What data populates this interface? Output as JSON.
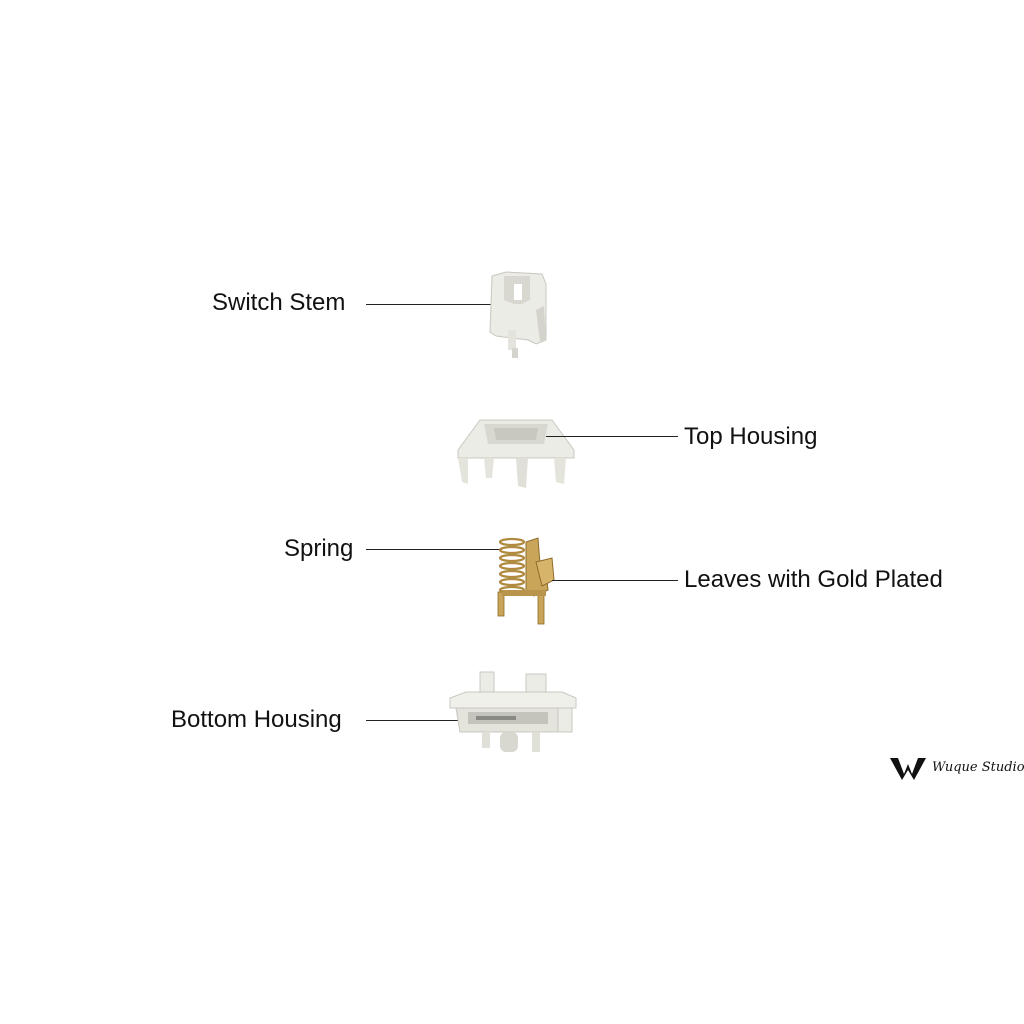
{
  "labels": {
    "switch_stem": "Switch Stem",
    "top_housing": "Top Housing",
    "spring": "Spring",
    "leaves": "Leaves with Gold Plated",
    "bottom_housing": "Bottom Housing"
  },
  "brand": {
    "name": "Wuque Studio",
    "logo_icon": "wuque-w-logo-icon"
  },
  "colors": {
    "plastic": "#ecece6",
    "plastic_shade": "#d4d4cc",
    "gold": "#c9a55a",
    "gold_dark": "#8f6c2a",
    "leader_line": "#222222"
  }
}
